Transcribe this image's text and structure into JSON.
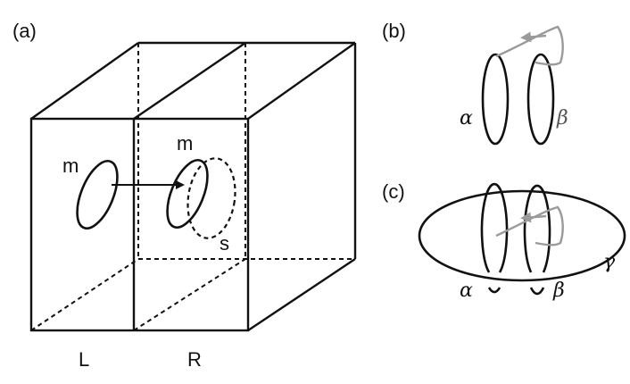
{
  "panels": {
    "a": {
      "label": "(a)",
      "loop_left": "m",
      "loop_right": "m",
      "loop_dashed": "s",
      "region_left": "L",
      "region_right": "R"
    },
    "b": {
      "label": "(b)",
      "loop_alpha": "α",
      "loop_beta": "β"
    },
    "c": {
      "label": "(c)",
      "loop_alpha": "α",
      "loop_beta": "β",
      "loop_gamma": "γ"
    }
  },
  "colors": {
    "ink": "#111111",
    "gray_path": "#9a9a9a",
    "beta_text": "#555555"
  }
}
